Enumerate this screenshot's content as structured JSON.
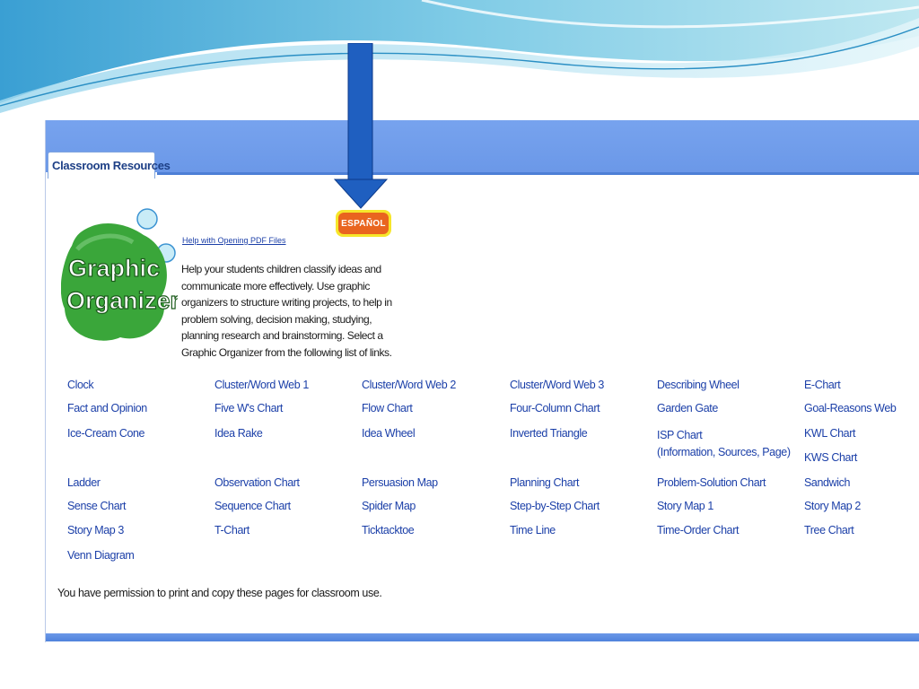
{
  "tab": {
    "label": "Classroom Resources"
  },
  "logo": {
    "line1": "Graphic",
    "line2": "Organizers"
  },
  "espanol": {
    "label": "ESPAÑOL"
  },
  "help_link": "Help with Opening PDF Files",
  "intro": "Help your students children classify ideas and communicate more effectively. Use graphic organizers to structure writing projects, to help in problem solving, decision making, studying, planning research and brainstorming. Select a Graphic Organizer from the following list of links.",
  "organizers": [
    {
      "label": "Clock"
    },
    {
      "label": "Cluster/Word Web 1"
    },
    {
      "label": "Cluster/Word Web 2"
    },
    {
      "label": "Cluster/Word Web 3"
    },
    {
      "label": "Describing Wheel"
    },
    {
      "label": "E-Chart"
    },
    {
      "label": "Fact and Opinion"
    },
    {
      "label": "Five W's Chart"
    },
    {
      "label": "Flow Chart"
    },
    {
      "label": "Four-Column Chart"
    },
    {
      "label": "Garden Gate"
    },
    {
      "label": "Goal-Reasons Web"
    },
    {
      "label": "Ice-Cream Cone"
    },
    {
      "label": "Idea Rake"
    },
    {
      "label": "Idea Wheel"
    },
    {
      "label": "Inverted Triangle"
    },
    {
      "label": "ISP Chart",
      "sub": "(Information, Sources, Page)"
    },
    {
      "label": "KWL Chart"
    },
    {
      "label": "KWS Chart"
    },
    {
      "label": "Ladder"
    },
    {
      "label": "Observation Chart"
    },
    {
      "label": "Persuasion Map"
    },
    {
      "label": "Planning Chart"
    },
    {
      "label": "Problem-Solution Chart"
    },
    {
      "label": "Sandwich"
    },
    {
      "label": "Sense Chart"
    },
    {
      "label": "Sequence Chart"
    },
    {
      "label": "Spider Map"
    },
    {
      "label": "Step-by-Step Chart"
    },
    {
      "label": "Story Map 1"
    },
    {
      "label": "Story Map 2"
    },
    {
      "label": "Story Map 3"
    },
    {
      "label": "T-Chart"
    },
    {
      "label": "Ticktacktoe"
    },
    {
      "label": "Time Line"
    },
    {
      "label": "Time-Order Chart"
    },
    {
      "label": "Tree Chart"
    },
    {
      "label": "Venn Diagram"
    }
  ],
  "permission": "You have permission to print and copy these pages for classroom use.",
  "colors": {
    "header_blue": "#6b98e8",
    "link_blue": "#1b3fa8",
    "logo_green": "#3aa63a",
    "arrow_blue": "#1f5fc0",
    "espanol_orange": "#e9651f",
    "espanol_yellow": "#f6e62a"
  }
}
